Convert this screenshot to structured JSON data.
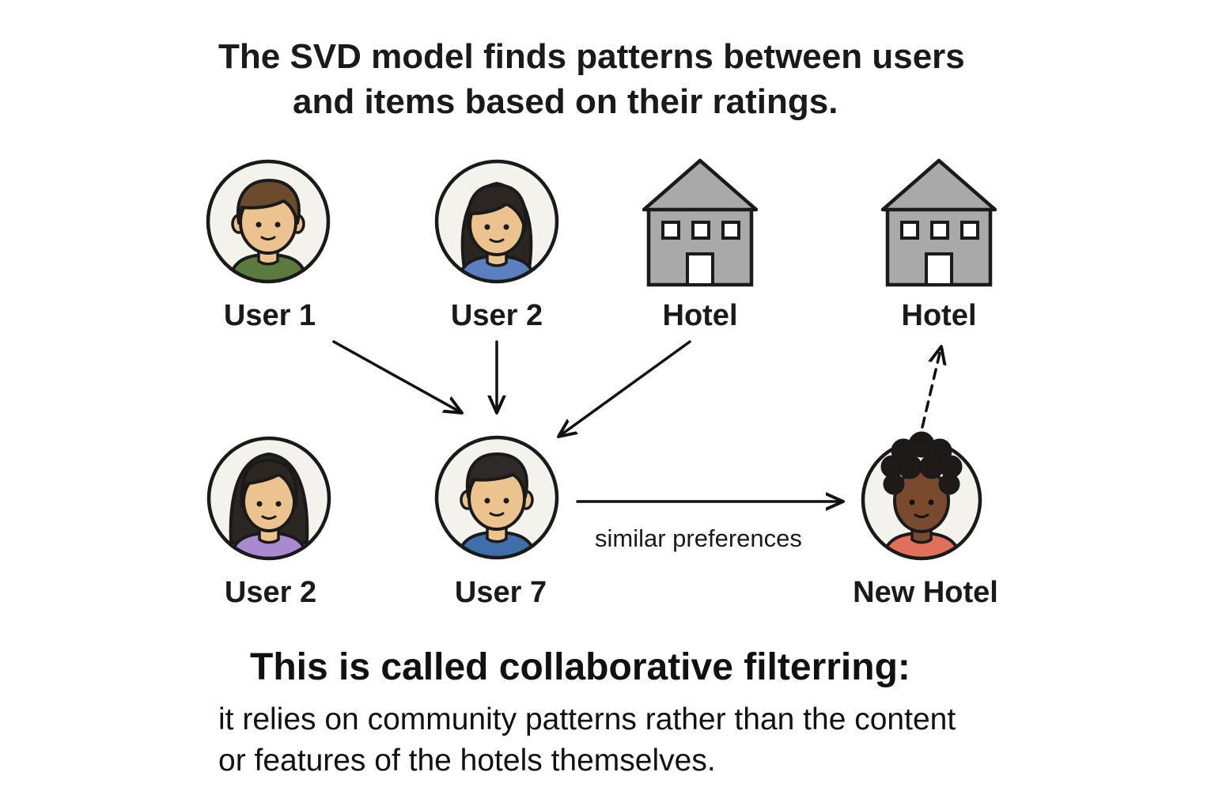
{
  "title": {
    "line1": "The SVD model finds patterns between users",
    "line2": "and items based on their ratings."
  },
  "nodes": {
    "user1": {
      "label": "User 1",
      "icon": "user-avatar-icon",
      "shirt_color": "#5a7a3e",
      "hair_color": "#6b4a2e"
    },
    "user2_top": {
      "label": "User 2",
      "icon": "user-avatar-icon",
      "shirt_color": "#5b7fbf",
      "hair_color": "#2b2622"
    },
    "hotel_1": {
      "label": "Hotel",
      "icon": "hotel-building-icon",
      "color": "#a9a9a9"
    },
    "hotel_2": {
      "label": "Hotel",
      "icon": "hotel-building-icon",
      "color": "#a9a9a9"
    },
    "user2_bottom": {
      "label": "User 2",
      "icon": "user-avatar-icon",
      "shirt_color": "#a98ad0",
      "hair_color": "#2b2622"
    },
    "user7": {
      "label": "User 7",
      "icon": "user-avatar-icon",
      "shirt_color": "#3f6fa8",
      "hair_color": "#2e2a28"
    },
    "new_hotel": {
      "label": "New Hotel",
      "icon": "user-avatar-icon",
      "shirt_color": "#e0705c",
      "hair_color": "#1f1a18",
      "skin_color": "#7a4a2e"
    }
  },
  "edges": {
    "similar_label": "similar preferences"
  },
  "colors": {
    "skin": "#ecc38e",
    "outline": "#1a1a1a",
    "avatar_bg": "#f4f2ec",
    "arrow": "#111111"
  },
  "footer": {
    "heading": "This is called collaborative filterring:",
    "line1": "it relies on community patterns rather than the content",
    "line2": "or features of the hotels themselves."
  }
}
